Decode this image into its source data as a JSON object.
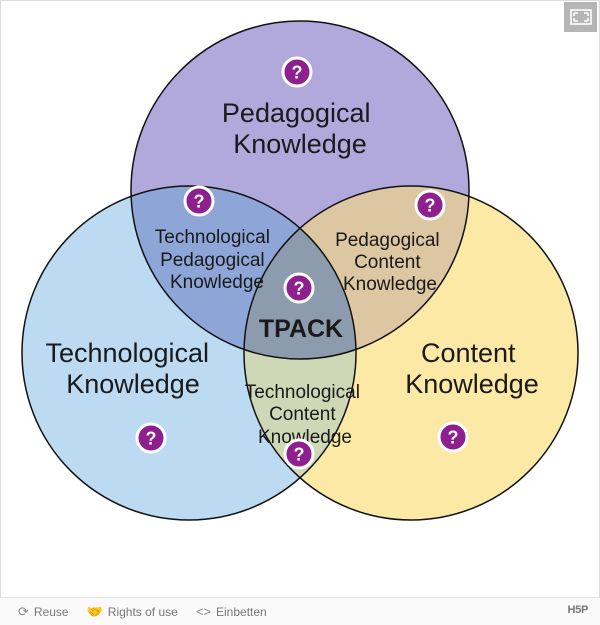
{
  "diagram": {
    "pedagogical": [
      "Pedagogical",
      "Knowledge"
    ],
    "technological": [
      "Technological",
      "Knowledge"
    ],
    "content": [
      "Content",
      "Knowledge"
    ],
    "tpk": [
      "Technological",
      "Pedagogical",
      "Knowledge"
    ],
    "pck": [
      "Pedagogical",
      "Content",
      "Knowledge"
    ],
    "tck": [
      "Technological",
      "Content",
      "Knowledge"
    ],
    "center": "TPACK",
    "hotspot_symbol": "?",
    "colors": {
      "pedagogical": "#b1a9dc",
      "technological": "#bcdaf1",
      "content": "#fde9a6",
      "hotspot": "#8e1f8e"
    }
  },
  "footer": {
    "reuse": "Reuse",
    "rights": "Rights of use",
    "embed": "Einbetten",
    "brand": "H5P"
  },
  "icons": {
    "fullscreen": "fullscreen-icon",
    "reuse": "reuse-icon",
    "rights": "handshake-icon",
    "embed": "code-icon"
  }
}
